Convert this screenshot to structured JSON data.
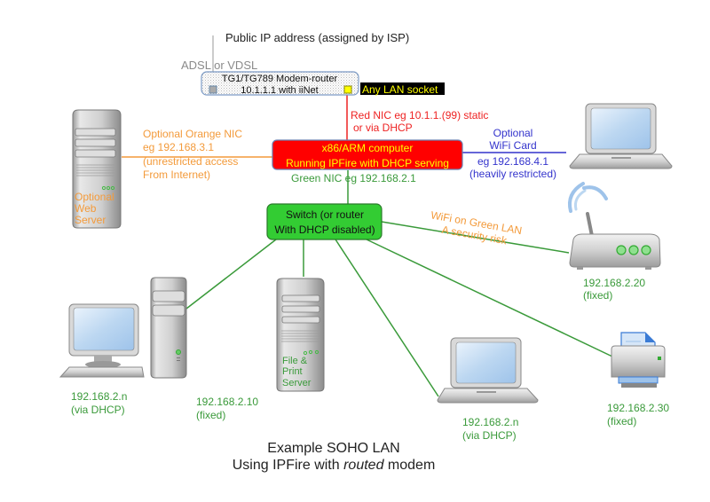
{
  "title": {
    "line1": "Example SOHO LAN",
    "line2_prefix": "Using IPFire with ",
    "line2_italic": "routed",
    "line2_suffix": " modem"
  },
  "internet": {
    "public_ip_label": "Public IP address (assigned by ISP)",
    "link_label": "ADSL or VDSL"
  },
  "modem": {
    "line1": "TG1/TG789 Modem-router",
    "line2": "10.1.1.1 with iiNet",
    "lan_socket_label": "Any LAN socket"
  },
  "red_nic": {
    "line1": "Red NIC eg 10.1.1.(99) static",
    "line2": "or via DHCP"
  },
  "ipfire": {
    "line1": "x86/ARM computer",
    "line2": "Running IPFire with DHCP serving"
  },
  "green_nic": {
    "label": "Green NIC eg 192.168.2.1"
  },
  "orange_nic": {
    "lines": [
      "Optional Orange NIC",
      "eg 192.168.3.1",
      "(unrestricted access",
      "From Internet)"
    ]
  },
  "web_server": {
    "lines": [
      "Optional",
      "Web",
      "Server"
    ]
  },
  "wifi_card": {
    "lines_above": [
      "Optional",
      "WiFi Card"
    ],
    "lines_below": [
      "eg 192.168.4.1",
      "(heavily restricted)"
    ]
  },
  "switch": {
    "line1": "Switch (or router",
    "line2": "With DHCP disabled)"
  },
  "wifi_warning": {
    "line1": "WiFi on Green LAN",
    "line2": "A security risk"
  },
  "access_point": {
    "ip": "192.168.2.20",
    "note": "(fixed)"
  },
  "desktop": {
    "ip": "192.168.2.n",
    "note": "(via DHCP)"
  },
  "tower": {
    "ip": "192.168.2.10",
    "note": "(fixed)"
  },
  "file_server": {
    "lines": [
      "File &",
      "Print",
      "Server"
    ]
  },
  "laptop": {
    "ip": "192.168.2.n",
    "note": "(via DHCP)"
  },
  "printer": {
    "ip": "192.168.2.30",
    "note": "(fixed)"
  },
  "colors": {
    "red_zone": "#ff0000",
    "green_zone": "#33cc33",
    "orange_zone": "#f39a3a",
    "blue_zone": "#3333cc",
    "link_green": "#3a9a3a"
  }
}
